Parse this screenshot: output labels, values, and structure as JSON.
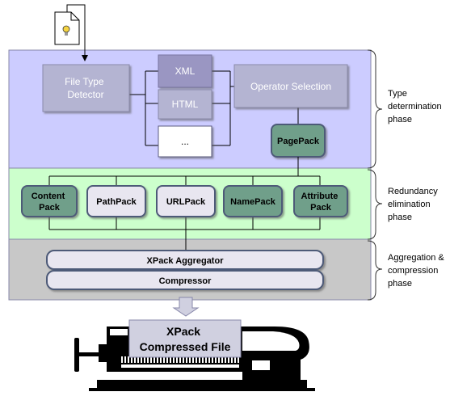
{
  "phases": {
    "type_determination": {
      "lines": [
        "Type",
        "determination",
        "phase"
      ]
    },
    "redundancy_elimination": {
      "lines": [
        "Redundancy",
        "elimination",
        "phase"
      ]
    },
    "aggregation_compression": {
      "lines": [
        "Aggregation &",
        "compression",
        "phase"
      ]
    }
  },
  "type_section": {
    "file_type_detector": [
      "File Type",
      "Detector"
    ],
    "xml": "XML",
    "html": "HTML",
    "more": "...",
    "operator_selection": "Operator Selection",
    "pagepack": "PagePack"
  },
  "packs": {
    "content": [
      "Content",
      "Pack"
    ],
    "path": "PathPack",
    "url": "URLPack",
    "name": "NamePack",
    "attribute": [
      "Attribute",
      "Pack"
    ]
  },
  "aggregation": {
    "aggregator": "XPack Aggregator",
    "compressor": "Compressor"
  },
  "output": {
    "lines": [
      "XPack",
      "Compressed File"
    ]
  },
  "colors": {
    "type_band": "#ccccff",
    "redundancy_band": "#ccffcc",
    "aggregation_band": "#c8c8c8",
    "green_pack": "#6f9f8a",
    "light_pack": "#e8e6f0",
    "greyed_box": "#b4b4d2",
    "xml_box": "#9a96c2",
    "box_border": "#5c5c82"
  }
}
